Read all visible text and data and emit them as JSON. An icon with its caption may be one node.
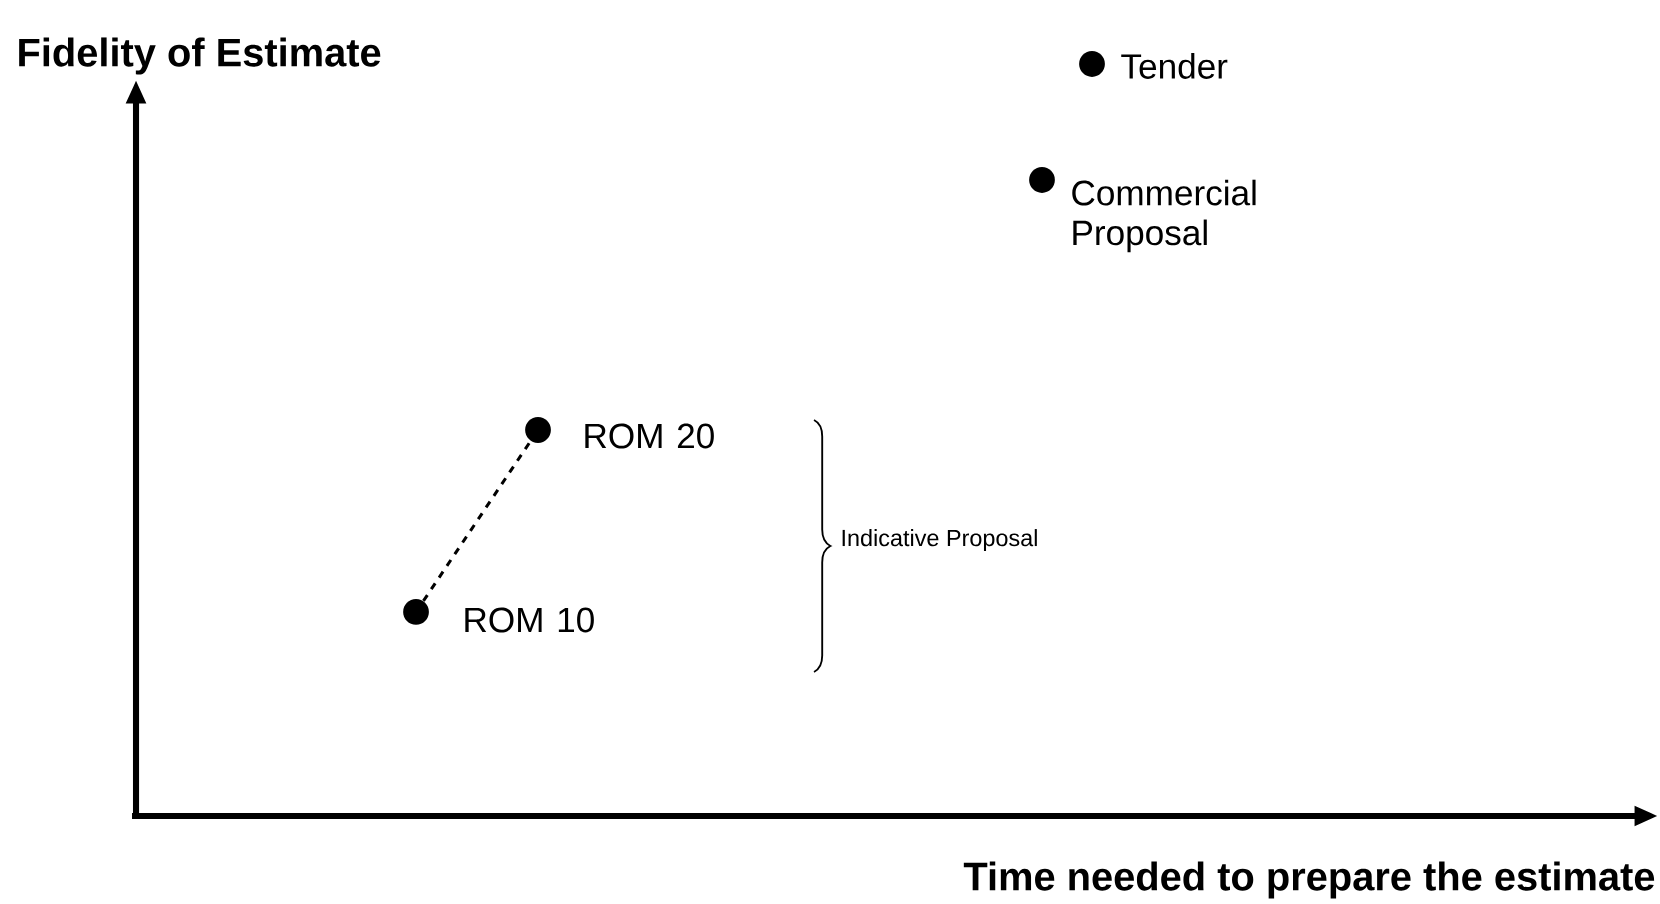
{
  "diagram": {
    "nodes": [
      {
        "text": [],
        "shape": "circle",
        "beside": [
          "Tender"
        ]
      },
      {
        "text": [],
        "shape": "circle",
        "beside": [
          "Commercial Proposal"
        ]
      },
      {
        "text": [],
        "shape": "circle",
        "beside": [
          "ROM 20"
        ]
      },
      {
        "text": [],
        "shape": "circle",
        "beside": [
          "ROM 10"
        ]
      }
    ],
    "edges": [
      {
        "from": 3,
        "to": 2,
        "arrow": "none",
        "style": "dashed"
      }
    ],
    "labels": [
      "Fidelity of Estimate",
      "Indicative Proposal",
      "Time needed to prepare the estimate"
    ]
  }
}
